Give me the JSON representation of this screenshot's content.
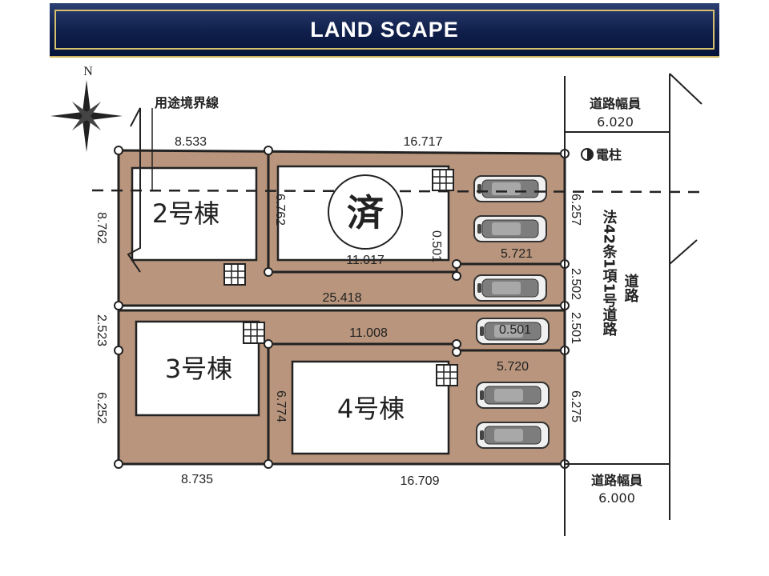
{
  "header": {
    "title": "LAND SCAPE"
  },
  "compass": {
    "north": "N"
  },
  "labels": {
    "zoning_line": "用途境界線",
    "road_width_top_label": "道路幅員",
    "road_width_top_value": "6.020",
    "road_width_bottom_label": "道路幅員",
    "road_width_bottom_value": "6.000",
    "utility_pole": "電柱",
    "road_type_col1": "法42条1項1号道路",
    "road_type_col2": "道路",
    "sold_mark": "済"
  },
  "lots": {
    "lot2": "2号棟",
    "lot3": "3号棟",
    "lot4": "4号棟"
  },
  "dimensions": {
    "top_left": "8.533",
    "top_right": "16.717",
    "left_upper": "8.762",
    "left_mid": "2.523",
    "left_lower": "6.252",
    "middle_long": "25.418",
    "sold_vertical": "6.762",
    "sold_bottom": "11.017",
    "notch_vertical_upper": "0.501",
    "notch_horizontal_upper": "5.721",
    "right_upper": "6.257",
    "right_mid_a": "2.502",
    "right_mid_b": "2.501",
    "lot4_top": "11.008",
    "notch_horizontal_lower_a": "0.501",
    "notch_horizontal_lower_b": "5.720",
    "lot4_vertical": "6.774",
    "right_lower": "6.275",
    "bottom_left": "8.735",
    "bottom_right": "16.709"
  },
  "colors": {
    "lot_fill": "#b8957c",
    "building_fill": "#ffffff",
    "line": "#222222",
    "banner_dark": "#0f1f4a",
    "banner_gold": "#d6bf6c"
  }
}
